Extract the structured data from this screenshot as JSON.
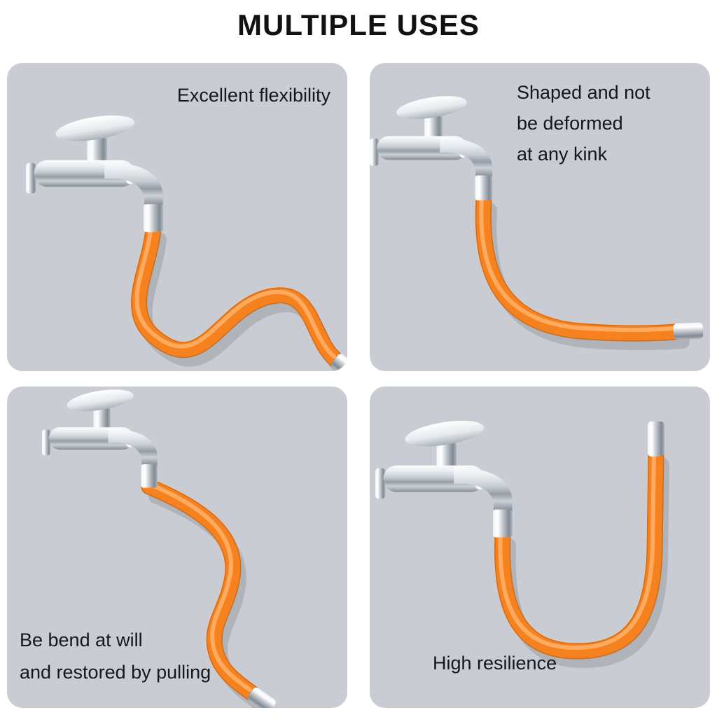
{
  "title": "MULTIPLE USES",
  "colors": {
    "hose_orange": "#F5821F",
    "hose_shadow": "#D8690F",
    "hose_highlight": "#FFB36B",
    "panel_background": "#C9CDD3",
    "text": "#15171A",
    "chrome_light": "#FBFCFD",
    "chrome_dark": "#848C94"
  },
  "panels": [
    {
      "id": "excellent-flexibility",
      "lines": [
        "Excellent flexibility"
      ]
    },
    {
      "id": "shaped-not-deformed",
      "lines": [
        "Shaped and not",
        "be deformed",
        "at any kink"
      ]
    },
    {
      "id": "bend-at-will",
      "lines": [
        "Be bend at will",
        "and restored by pulling"
      ]
    },
    {
      "id": "high-resilience",
      "lines": [
        "High resilience"
      ]
    }
  ]
}
